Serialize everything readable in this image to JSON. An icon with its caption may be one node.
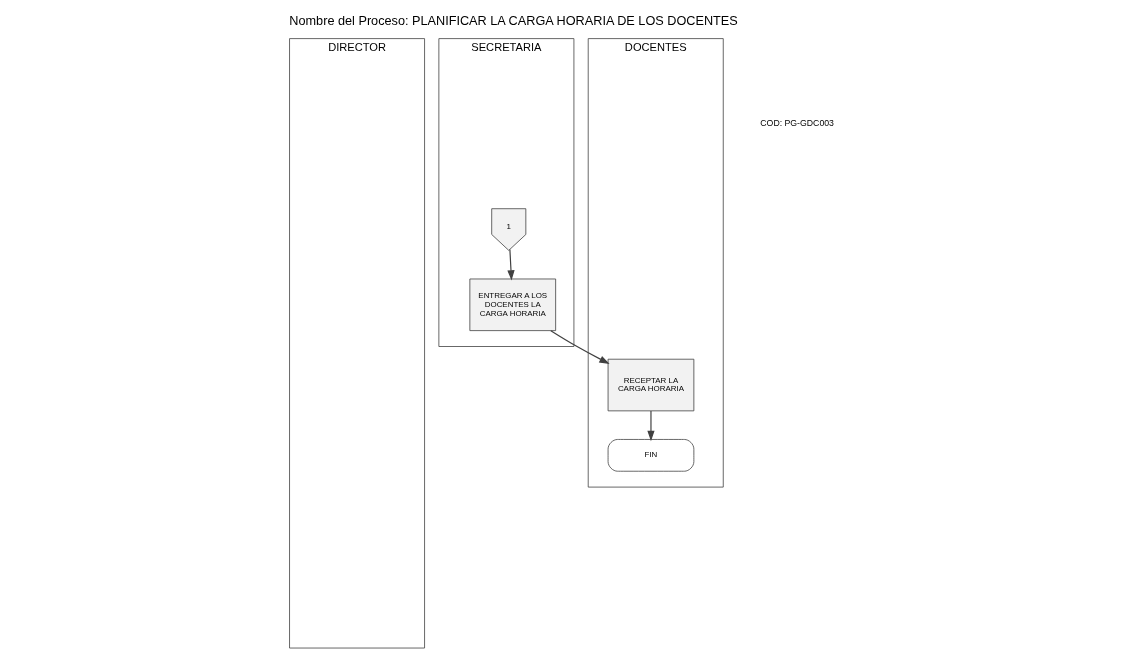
{
  "diagram": {
    "title": "Nombre del Proceso: PLANIFICAR LA CARGA HORARIA DE LOS DOCENTES",
    "nodes": [
      {
        "text": [
          "DIRECTOR"
        ]
      },
      {
        "text": [
          "SECRETARIA"
        ]
      },
      {
        "text": [
          "DOCENTES"
        ]
      },
      {
        "text": [
          "1"
        ],
        "in": 1
      },
      {
        "text": [
          "ENTREGAR A LOS DOCENTES LA CARGA HORARIA"
        ],
        "in": 1
      },
      {
        "text": [
          "RECEPTAR LA CARGA HORARIA"
        ],
        "in": 2
      },
      {
        "text": [
          "FIN"
        ],
        "in": 2
      }
    ],
    "edges": [
      {
        "from": 3,
        "to": 4,
        "arrow": "to"
      },
      {
        "from": 4,
        "to": 5,
        "arrow": "to"
      },
      {
        "from": 5,
        "to": 6,
        "arrow": "to"
      }
    ],
    "labels": [
      "COD: PG-GDC003"
    ]
  }
}
